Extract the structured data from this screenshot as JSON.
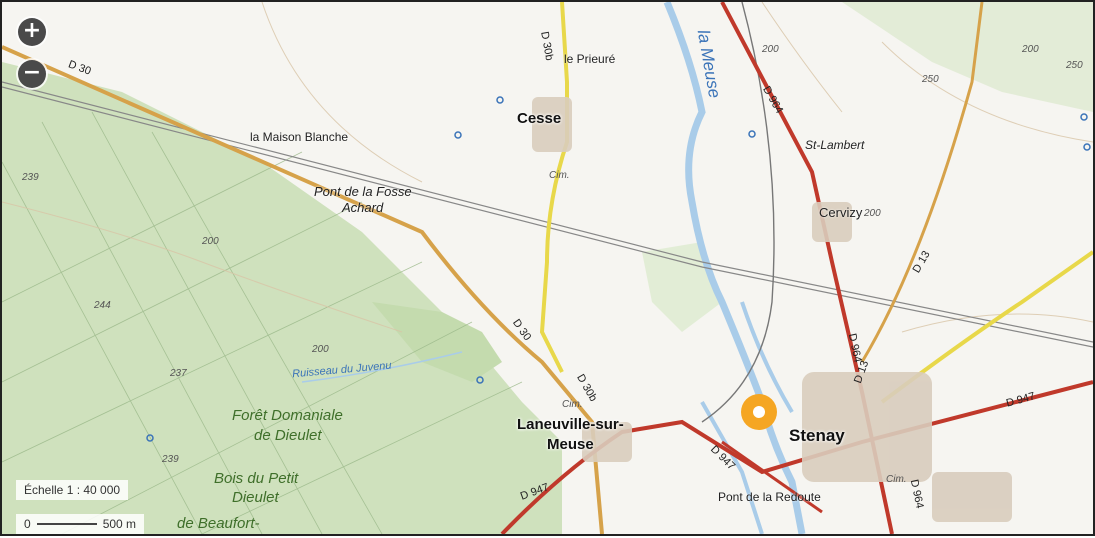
{
  "map": {
    "zoom_in_label": "+",
    "zoom_out_label": "−",
    "scale": {
      "text": "Échelle 1 : 40 000",
      "zero": "0",
      "distance": "500 m"
    },
    "towns": {
      "cesse": "Cesse",
      "laneuville_line1": "Laneuville-sur-",
      "laneuville_line2": "Meuse",
      "stenay": "Stenay",
      "cervizy": "Cervizy"
    },
    "places": {
      "prieure": "le Prieuré",
      "maison_blanche": "la Maison Blanche",
      "pont_fosse_line1": "Pont de la Fosse",
      "pont_fosse_line2": "Achard",
      "st_lambert": "St-Lambert",
      "pont_redoute": "Pont de la Redoute",
      "cim1": "Cim.",
      "cim2": "Cim.",
      "cim3": "Cim."
    },
    "forest": {
      "foret_line1": "Forêt Domaniale",
      "foret_line2": "de Dieulet",
      "bois_line1": "Bois du Petit",
      "bois_line2": "Dieulet",
      "beaufort": "de Beaufort-"
    },
    "water": {
      "meuse": "la Meuse",
      "ruisseau": "Ruisseau du Juvenu"
    },
    "roads": {
      "d30a": "D 30",
      "d30b": "D 30",
      "d30b_north": "D 30b",
      "d30b_south": "D 30b",
      "d964a": "D 964",
      "d964b": "D 964",
      "d964c": "D 964",
      "d13a": "D 13",
      "d13b": "D 13",
      "d947a": "D 947",
      "d947b": "D 947",
      "d947c": "D 947"
    },
    "elevations": {
      "e239a": "239",
      "e244": "244",
      "e237": "237",
      "e239b": "239",
      "e200a": "200",
      "e200b": "200",
      "e250a": "250",
      "e250b": "250",
      "e200c": "200",
      "e200d": "200",
      "e200e": "200"
    },
    "colors": {
      "forest": "#cfe1bd",
      "river": "#a9cce9",
      "main_road": "#c0392b",
      "secondary_road": "#d6a24a",
      "yellow_road": "#e8d84a",
      "marker": "#f5a623"
    },
    "marker": {
      "icon": "location-marker-icon"
    }
  }
}
